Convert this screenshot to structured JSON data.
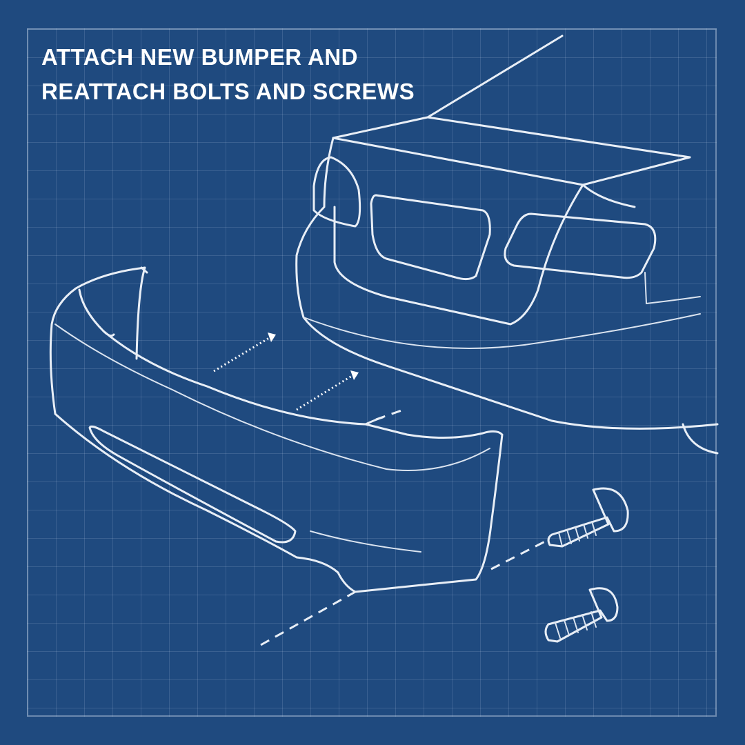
{
  "title": {
    "line1": "ATTACH NEW BUMPER AND",
    "line2": "REATTACH BOLTS AND SCREWS"
  },
  "colors": {
    "background": "#1f4a7f",
    "line": "#e8eef6"
  },
  "icons": [
    "car-rear-drawing",
    "bumper-drawing",
    "bolt-icon",
    "arrow-icon"
  ]
}
